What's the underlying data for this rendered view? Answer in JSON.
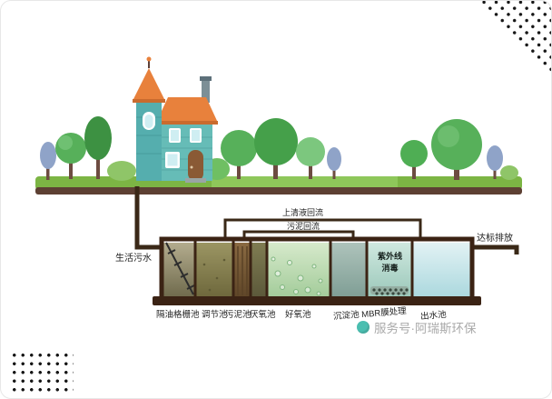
{
  "colors": {
    "grass": "#7cb544",
    "soil": "#5d4033",
    "roof": "#e8813c",
    "house_body": "#66bcb7",
    "tank_border": "#3b2314",
    "blue_tree": "#8fa3c8"
  },
  "pipes": {
    "inflow_label": "生活污水",
    "supernatant_return_label": "上清液回流",
    "sludge_return_label": "污泥回流",
    "discharge_label": "达标排放"
  },
  "tank": {
    "uv_label_line1": "紫外线",
    "uv_label_line2": "消毒",
    "compartments": [
      {
        "label": "隔油格栅池"
      },
      {
        "label": "调节池"
      },
      {
        "label": "污泥池"
      },
      {
        "label": "厌氧池"
      },
      {
        "label": "好氧池"
      },
      {
        "label": "沉淀池"
      },
      {
        "label": "MBR膜处理"
      },
      {
        "label": "出水池"
      }
    ]
  },
  "watermark": {
    "text": "服务号·阿瑞斯环保"
  }
}
